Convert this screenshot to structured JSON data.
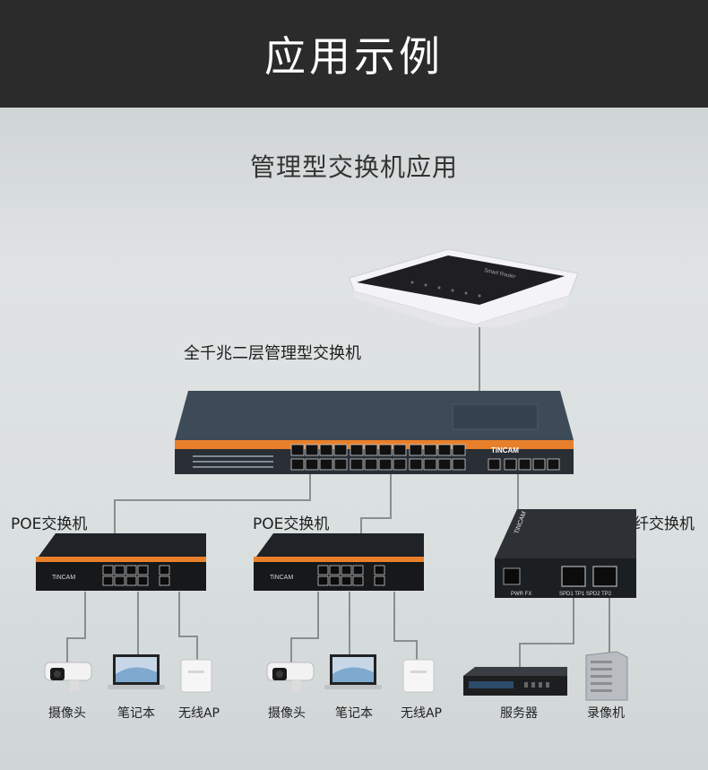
{
  "banner": {
    "title": "应用示例"
  },
  "subtitle": "管理型交换机应用",
  "core_switch": {
    "label": "全千兆二层管理型交换机",
    "brand": "TiNCAM"
  },
  "router": {
    "text": "Smart Router"
  },
  "poe_left": {
    "label": "POE交换机",
    "brand": "TiNCAM"
  },
  "poe_right": {
    "label": "POE交换机",
    "brand": "TiNCAM"
  },
  "fiber": {
    "label": "光纤交换机",
    "brand": "TiNCAM",
    "ports": "PWR  FX",
    "ports2": "SPD1  TP1   SPD2  TP2"
  },
  "devices_left": [
    {
      "name": "摄像头",
      "icon": "camera-icon"
    },
    {
      "name": "笔记本",
      "icon": "laptop-icon"
    },
    {
      "name": "无线AP",
      "icon": "ap-icon"
    }
  ],
  "devices_mid": [
    {
      "name": "摄像头",
      "icon": "camera-icon"
    },
    {
      "name": "笔记本",
      "icon": "laptop-icon"
    },
    {
      "name": "无线AP",
      "icon": "ap-icon"
    }
  ],
  "devices_right": [
    {
      "name": "服务器",
      "icon": "server-icon"
    },
    {
      "name": "录像机",
      "icon": "recorder-icon"
    }
  ]
}
